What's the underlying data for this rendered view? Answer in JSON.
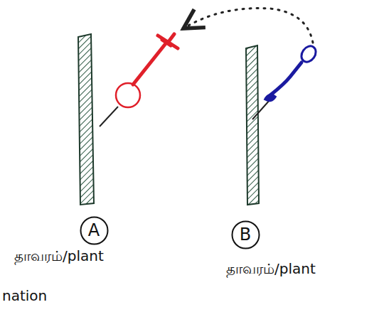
{
  "diagram": {
    "nodes": [
      {
        "text": [
          "A"
        ]
      },
      {
        "text": [
          "B"
        ]
      }
    ],
    "labels": [
      "தாவரம்/plant",
      "தாவரம்/plant",
      "nation"
    ]
  }
}
